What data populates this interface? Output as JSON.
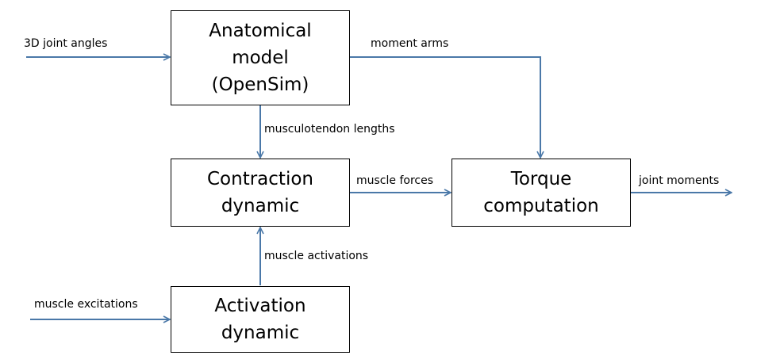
{
  "colors": {
    "arrow": "#4a78a8",
    "box_border": "#000000",
    "text": "#000000"
  },
  "boxes": {
    "anatomical": {
      "line1": "Anatomical",
      "line2": "model",
      "line3": "(OpenSim)"
    },
    "contraction": {
      "line1": "Contraction",
      "line2": "dynamic"
    },
    "activation": {
      "line1": "Activation",
      "line2": "dynamic"
    },
    "torque": {
      "line1": "Torque",
      "line2": "computation"
    }
  },
  "labels": {
    "joint_angles": "3D joint angles",
    "moment_arms": "moment arms",
    "musculotendon_lengths": "musculotendon lengths",
    "muscle_forces": "muscle forces",
    "joint_moments": "joint moments",
    "muscle_activations": "muscle activations",
    "muscle_excitations": "muscle excitations"
  }
}
